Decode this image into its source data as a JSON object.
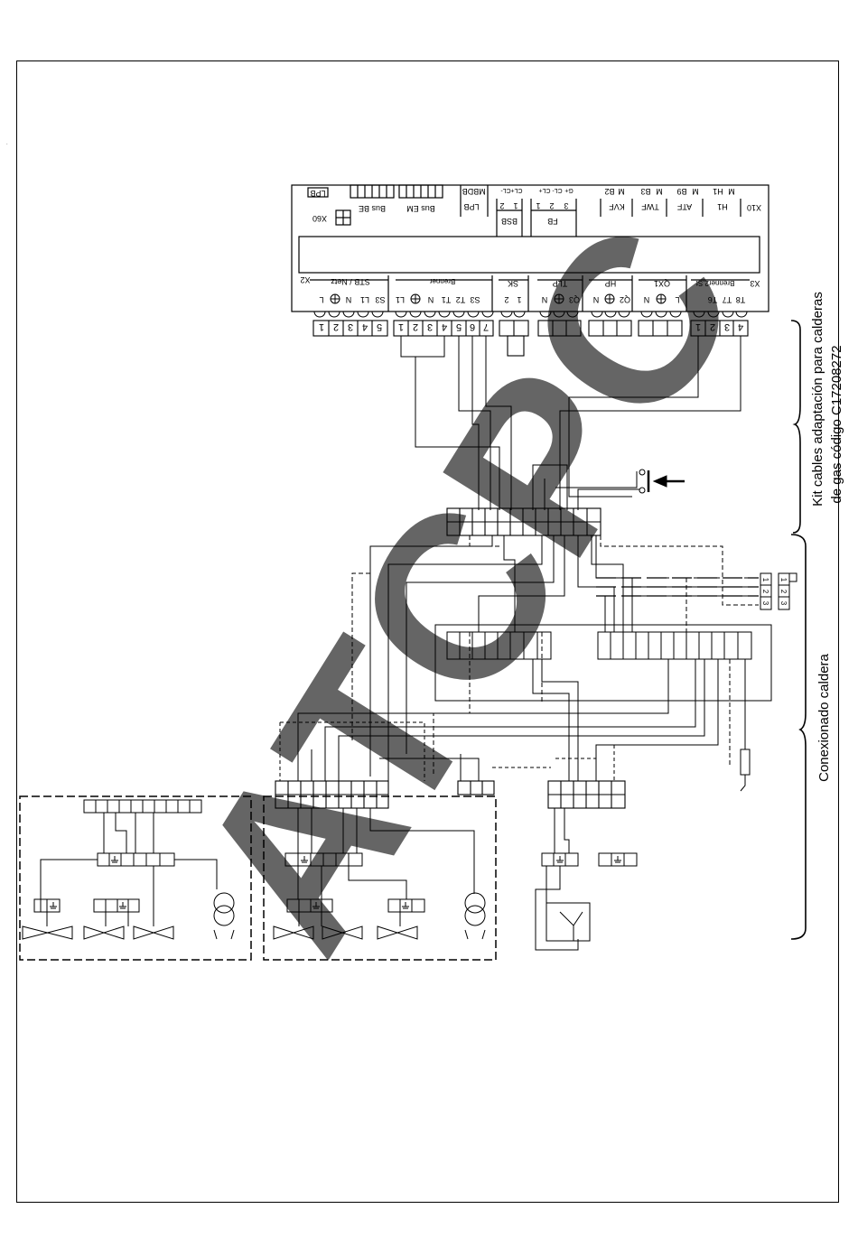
{
  "watermark": "ATCPC",
  "module": {
    "top_labels": [
      "LPB",
      "Bus BE",
      "Bus EM",
      "MB",
      "DB",
      "CL-",
      "CL+",
      "G+",
      "CL-",
      "CL+",
      "M",
      "B2",
      "M",
      "B3",
      "M",
      "B9",
      "M",
      "H1",
      "X10"
    ],
    "upper_connector_labels": [
      "X60",
      "LPB",
      "2",
      "1",
      "BSB",
      "3",
      "2",
      "1",
      "FB",
      "KVF",
      "TWF",
      "ATF",
      "H1"
    ],
    "lower_connector_labels": [
      "X2",
      "STB / Netz",
      "Brenner",
      "SK",
      "TLP",
      "HP",
      "QX1",
      "Brenner2.St",
      "X3"
    ],
    "terminal_labels": [
      "L",
      "N",
      "L1",
      "S3",
      "L1",
      "N",
      "T1",
      "T2",
      "S3",
      "2",
      "1",
      "N",
      "Q3",
      "N",
      "Q2",
      "L",
      "N",
      "T6",
      "T7",
      "T8"
    ],
    "pin_numbers": [
      "1",
      "2",
      "3",
      "4",
      "5",
      "1",
      "2",
      "3",
      "4",
      "5",
      "6",
      "7",
      "1",
      "2",
      "3",
      "4"
    ]
  },
  "right_side_connector_pins": [
    "1",
    "2",
    "3",
    "1",
    "2",
    "3"
  ],
  "annotations": {
    "kit_label_line1": "Kit cables adaptación para calderas",
    "kit_label_line2": "de gas código C17208272",
    "boiler_label": "Conexionado caldera"
  }
}
